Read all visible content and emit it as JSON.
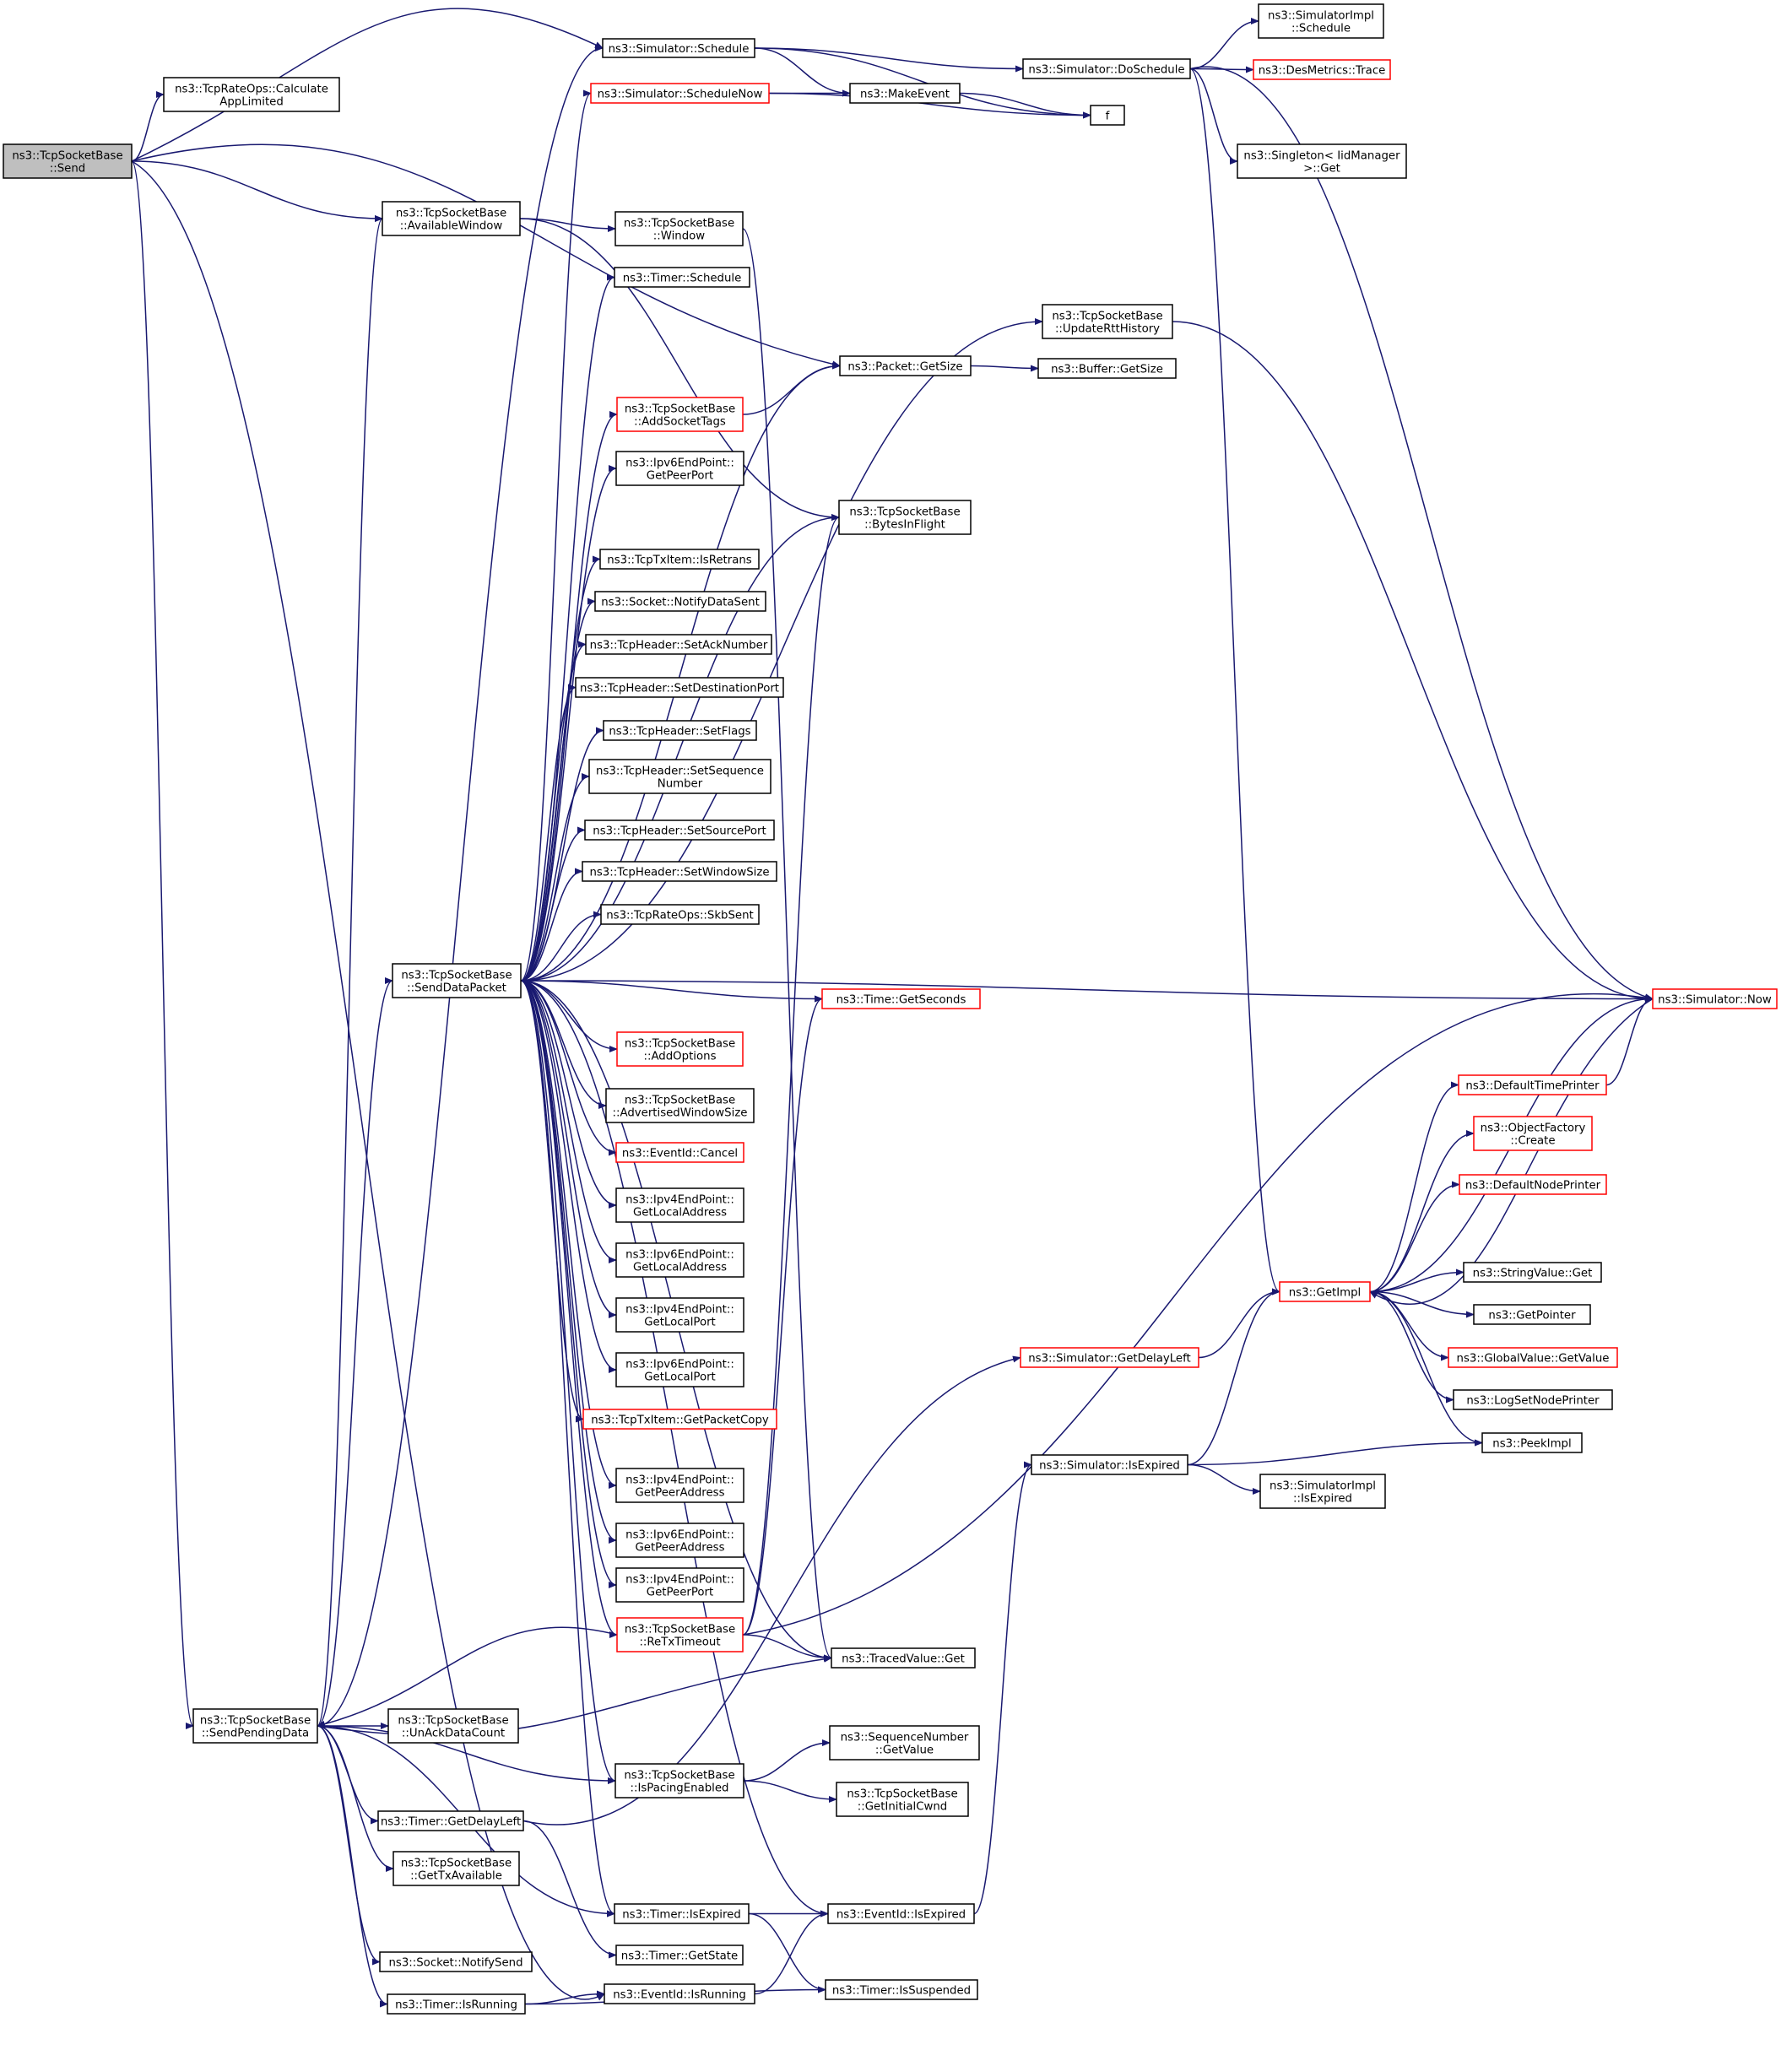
{
  "colors": {
    "edge": "#191970",
    "node_border": "#000000",
    "node_border_undocumented": "#ff0000",
    "root_fill": "#bfbfbf",
    "node_fill": "#ffffff"
  },
  "nodes": [
    {
      "id": "send",
      "lines": [
        "ns3::TcpSocketBase",
        "::Send"
      ],
      "style": "root"
    },
    {
      "id": "schedule",
      "lines": [
        "ns3::Simulator::Schedule"
      ],
      "style": "normal"
    },
    {
      "id": "calcapp",
      "lines": [
        "ns3::TcpRateOps::Calculate",
        "AppLimited"
      ],
      "style": "normal"
    },
    {
      "id": "availwin",
      "lines": [
        "ns3::TcpSocketBase",
        "::AvailableWindow"
      ],
      "style": "normal"
    },
    {
      "id": "packetgetsize",
      "lines": [
        "ns3::Packet::GetSize"
      ],
      "style": "normal"
    },
    {
      "id": "sendpending",
      "lines": [
        "ns3::TcpSocketBase",
        "::SendPendingData"
      ],
      "style": "normal"
    },
    {
      "id": "eventisrunning",
      "lines": [
        "ns3::EventId::IsRunning"
      ],
      "style": "normal"
    },
    {
      "id": "simimplschedule",
      "lines": [
        "ns3::SimulatorImpl",
        "::Schedule"
      ],
      "style": "normal"
    },
    {
      "id": "doschedule",
      "lines": [
        "ns3::Simulator::DoSchedule"
      ],
      "style": "normal"
    },
    {
      "id": "desmetrics",
      "lines": [
        "ns3::DesMetrics::Trace"
      ],
      "style": "undocumented"
    },
    {
      "id": "schedulenow",
      "lines": [
        "ns3::Simulator::ScheduleNow"
      ],
      "style": "undocumented"
    },
    {
      "id": "makeevent",
      "lines": [
        "ns3::MakeEvent"
      ],
      "style": "normal"
    },
    {
      "id": "f",
      "lines": [
        "f"
      ],
      "style": "normal"
    },
    {
      "id": "singleton",
      "lines": [
        "ns3::Singleton< IidManager",
        " >::Get"
      ],
      "style": "normal"
    },
    {
      "id": "window",
      "lines": [
        "ns3::TcpSocketBase",
        "::Window"
      ],
      "style": "normal"
    },
    {
      "id": "timerschedule",
      "lines": [
        "ns3::Timer::Schedule"
      ],
      "style": "normal"
    },
    {
      "id": "updatertt",
      "lines": [
        "ns3::TcpSocketBase",
        "::UpdateRttHistory"
      ],
      "style": "normal"
    },
    {
      "id": "buffergetsize",
      "lines": [
        "ns3::Buffer::GetSize"
      ],
      "style": "normal"
    },
    {
      "id": "addsockettags",
      "lines": [
        "ns3::TcpSocketBase",
        "::AddSocketTags"
      ],
      "style": "undocumented"
    },
    {
      "id": "ipv6peerport",
      "lines": [
        "ns3::Ipv6EndPoint::",
        "GetPeerPort"
      ],
      "style": "normal"
    },
    {
      "id": "bytesinflight",
      "lines": [
        "ns3::TcpSocketBase",
        "::BytesInFlight"
      ],
      "style": "normal"
    },
    {
      "id": "isretrans",
      "lines": [
        "ns3::TcpTxItem::IsRetrans"
      ],
      "style": "normal"
    },
    {
      "id": "notifydatasent",
      "lines": [
        "ns3::Socket::NotifyDataSent"
      ],
      "style": "normal"
    },
    {
      "id": "setacknumber",
      "lines": [
        "ns3::TcpHeader::SetAckNumber"
      ],
      "style": "normal"
    },
    {
      "id": "setdestport",
      "lines": [
        "ns3::TcpHeader::SetDestinationPort"
      ],
      "style": "normal"
    },
    {
      "id": "setflags",
      "lines": [
        "ns3::TcpHeader::SetFlags"
      ],
      "style": "normal"
    },
    {
      "id": "setseq",
      "lines": [
        "ns3::TcpHeader::SetSequence",
        "Number"
      ],
      "style": "normal"
    },
    {
      "id": "setsrcport",
      "lines": [
        "ns3::TcpHeader::SetSourcePort"
      ],
      "style": "normal"
    },
    {
      "id": "setwinsize",
      "lines": [
        "ns3::TcpHeader::SetWindowSize"
      ],
      "style": "normal"
    },
    {
      "id": "skbsent",
      "lines": [
        "ns3::TcpRateOps::SkbSent"
      ],
      "style": "normal"
    },
    {
      "id": "senddatapacket",
      "lines": [
        "ns3::TcpSocketBase",
        "::SendDataPacket"
      ],
      "style": "normal"
    },
    {
      "id": "simnow",
      "lines": [
        "ns3::Simulator::Now"
      ],
      "style": "undocumented"
    },
    {
      "id": "timegetseconds",
      "lines": [
        "ns3::Time::GetSeconds"
      ],
      "style": "undocumented"
    },
    {
      "id": "addoptions",
      "lines": [
        "ns3::TcpSocketBase",
        "::AddOptions"
      ],
      "style": "undocumented"
    },
    {
      "id": "advwinsize",
      "lines": [
        "ns3::TcpSocketBase",
        "::AdvertisedWindowSize"
      ],
      "style": "normal"
    },
    {
      "id": "defaulttimeprinter",
      "lines": [
        "ns3::DefaultTimePrinter"
      ],
      "style": "undocumented"
    },
    {
      "id": "objectfactory",
      "lines": [
        "ns3::ObjectFactory",
        "::Create"
      ],
      "style": "undocumented"
    },
    {
      "id": "eventcancel",
      "lines": [
        "ns3::EventId::Cancel"
      ],
      "style": "undocumented"
    },
    {
      "id": "defaultnodeprinter",
      "lines": [
        "ns3::DefaultNodePrinter"
      ],
      "style": "undocumented"
    },
    {
      "id": "ipv4localaddr",
      "lines": [
        "ns3::Ipv4EndPoint::",
        "GetLocalAddress"
      ],
      "style": "normal"
    },
    {
      "id": "ipv6localaddr",
      "lines": [
        "ns3::Ipv6EndPoint::",
        "GetLocalAddress"
      ],
      "style": "normal"
    },
    {
      "id": "stringvalueget",
      "lines": [
        "ns3::StringValue::Get"
      ],
      "style": "normal"
    },
    {
      "id": "getimpl",
      "lines": [
        "ns3::GetImpl"
      ],
      "style": "undocumented"
    },
    {
      "id": "getpointer",
      "lines": [
        "ns3::GetPointer"
      ],
      "style": "normal"
    },
    {
      "id": "ipv4localport",
      "lines": [
        "ns3::Ipv4EndPoint::",
        "GetLocalPort"
      ],
      "style": "normal"
    },
    {
      "id": "globalvalue",
      "lines": [
        "ns3::GlobalValue::GetValue"
      ],
      "style": "undocumented"
    },
    {
      "id": "simgetdelayleft",
      "lines": [
        "ns3::Simulator::GetDelayLeft"
      ],
      "style": "undocumented"
    },
    {
      "id": "ipv6localport",
      "lines": [
        "ns3::Ipv6EndPoint::",
        "GetLocalPort"
      ],
      "style": "normal"
    },
    {
      "id": "logsetnodeprinter",
      "lines": [
        "ns3::LogSetNodePrinter"
      ],
      "style": "normal"
    },
    {
      "id": "getpacketcopy",
      "lines": [
        "ns3::TcpTxItem::GetPacketCopy"
      ],
      "style": "undocumented"
    },
    {
      "id": "peekimpl",
      "lines": [
        "ns3::PeekImpl"
      ],
      "style": "normal"
    },
    {
      "id": "simisexpired",
      "lines": [
        "ns3::Simulator::IsExpired"
      ],
      "style": "normal"
    },
    {
      "id": "ipv4peeraddr",
      "lines": [
        "ns3::Ipv4EndPoint::",
        "GetPeerAddress"
      ],
      "style": "normal"
    },
    {
      "id": "simimplisexpired",
      "lines": [
        "ns3::SimulatorImpl",
        "::IsExpired"
      ],
      "style": "normal"
    },
    {
      "id": "ipv6peeraddr",
      "lines": [
        "ns3::Ipv6EndPoint::",
        "GetPeerAddress"
      ],
      "style": "normal"
    },
    {
      "id": "ipv4peerport",
      "lines": [
        "ns3::Ipv4EndPoint::",
        "GetPeerPort"
      ],
      "style": "normal"
    },
    {
      "id": "retxtimeout",
      "lines": [
        "ns3::TcpSocketBase",
        "::ReTxTimeout"
      ],
      "style": "undocumented"
    },
    {
      "id": "tracedvalueget",
      "lines": [
        "ns3::TracedValue::Get"
      ],
      "style": "normal"
    },
    {
      "id": "unackdatacount",
      "lines": [
        "ns3::TcpSocketBase",
        "::UnAckDataCount"
      ],
      "style": "normal"
    },
    {
      "id": "seqgetvalue",
      "lines": [
        "ns3::SequenceNumber",
        "::GetValue"
      ],
      "style": "normal"
    },
    {
      "id": "ispacing",
      "lines": [
        "ns3::TcpSocketBase",
        "::IsPacingEnabled"
      ],
      "style": "normal"
    },
    {
      "id": "getinitialcwnd",
      "lines": [
        "ns3::TcpSocketBase",
        "::GetInitialCwnd"
      ],
      "style": "normal"
    },
    {
      "id": "timergetdelayleft",
      "lines": [
        "ns3::Timer::GetDelayLeft"
      ],
      "style": "normal"
    },
    {
      "id": "gettxavailable",
      "lines": [
        "ns3::TcpSocketBase",
        "::GetTxAvailable"
      ],
      "style": "normal"
    },
    {
      "id": "timerisexpired",
      "lines": [
        "ns3::Timer::IsExpired"
      ],
      "style": "normal"
    },
    {
      "id": "eventisexpired",
      "lines": [
        "ns3::EventId::IsExpired"
      ],
      "style": "normal"
    },
    {
      "id": "timergetstate",
      "lines": [
        "ns3::Timer::GetState"
      ],
      "style": "normal"
    },
    {
      "id": "notifysend",
      "lines": [
        "ns3::Socket::NotifySend"
      ],
      "style": "normal"
    },
    {
      "id": "timerisrunning",
      "lines": [
        "ns3::Timer::IsRunning"
      ],
      "style": "normal"
    },
    {
      "id": "timerissuspended",
      "lines": [
        "ns3::Timer::IsSuspended"
      ],
      "style": "normal"
    }
  ],
  "edges": [
    [
      "send",
      "schedule"
    ],
    [
      "send",
      "calcapp"
    ],
    [
      "send",
      "availwin"
    ],
    [
      "send",
      "packetgetsize"
    ],
    [
      "send",
      "sendpending"
    ],
    [
      "send",
      "eventisrunning"
    ],
    [
      "schedule",
      "doschedule"
    ],
    [
      "schedule",
      "makeevent"
    ],
    [
      "schedule",
      "f"
    ],
    [
      "doschedule",
      "simimplschedule"
    ],
    [
      "doschedule",
      "desmetrics"
    ],
    [
      "doschedule",
      "singleton"
    ],
    [
      "doschedule",
      "simnow"
    ],
    [
      "doschedule",
      "getimpl"
    ],
    [
      "schedulenow",
      "makeevent"
    ],
    [
      "schedulenow",
      "f"
    ],
    [
      "makeevent",
      "f"
    ],
    [
      "availwin",
      "window"
    ],
    [
      "availwin",
      "bytesinflight"
    ],
    [
      "window",
      "tracedvalueget"
    ],
    [
      "packetgetsize",
      "buffergetsize"
    ],
    [
      "addsockettags",
      "packetgetsize"
    ],
    [
      "updatertt",
      "simnow"
    ],
    [
      "senddatapacket",
      "schedulenow"
    ],
    [
      "senddatapacket",
      "timerschedule"
    ],
    [
      "senddatapacket",
      "updatertt"
    ],
    [
      "senddatapacket",
      "packetgetsize"
    ],
    [
      "senddatapacket",
      "addsockettags"
    ],
    [
      "senddatapacket",
      "ipv6peerport"
    ],
    [
      "senddatapacket",
      "bytesinflight"
    ],
    [
      "senddatapacket",
      "isretrans"
    ],
    [
      "senddatapacket",
      "notifydatasent"
    ],
    [
      "senddatapacket",
      "setacknumber"
    ],
    [
      "senddatapacket",
      "setdestport"
    ],
    [
      "senddatapacket",
      "setflags"
    ],
    [
      "senddatapacket",
      "setseq"
    ],
    [
      "senddatapacket",
      "setsrcport"
    ],
    [
      "senddatapacket",
      "setwinsize"
    ],
    [
      "senddatapacket",
      "skbsent"
    ],
    [
      "senddatapacket",
      "simnow"
    ],
    [
      "senddatapacket",
      "timegetseconds"
    ],
    [
      "senddatapacket",
      "addoptions"
    ],
    [
      "senddatapacket",
      "advwinsize"
    ],
    [
      "senddatapacket",
      "eventcancel"
    ],
    [
      "senddatapacket",
      "ipv4localaddr"
    ],
    [
      "senddatapacket",
      "ipv6localaddr"
    ],
    [
      "senddatapacket",
      "ipv4localport"
    ],
    [
      "senddatapacket",
      "ipv6localport"
    ],
    [
      "senddatapacket",
      "getpacketcopy"
    ],
    [
      "senddatapacket",
      "ipv4peeraddr"
    ],
    [
      "senddatapacket",
      "ipv6peeraddr"
    ],
    [
      "senddatapacket",
      "ipv4peerport"
    ],
    [
      "senddatapacket",
      "retxtimeout"
    ],
    [
      "senddatapacket",
      "tracedvalueget"
    ],
    [
      "senddatapacket",
      "ispacing"
    ],
    [
      "senddatapacket",
      "timerisexpired"
    ],
    [
      "senddatapacket",
      "eventisexpired"
    ],
    [
      "retxtimeout",
      "sendpending"
    ],
    [
      "retxtimeout",
      "timegetseconds"
    ],
    [
      "retxtimeout",
      "simnow"
    ],
    [
      "retxtimeout",
      "bytesinflight"
    ],
    [
      "retxtimeout",
      "tracedvalueget"
    ],
    [
      "sendpending",
      "schedule"
    ],
    [
      "sendpending",
      "availwin"
    ],
    [
      "sendpending",
      "senddatapacket"
    ],
    [
      "sendpending",
      "tracedvalueget"
    ],
    [
      "sendpending",
      "unackdatacount"
    ],
    [
      "sendpending",
      "ispacing"
    ],
    [
      "sendpending",
      "timergetdelayleft"
    ],
    [
      "sendpending",
      "gettxavailable"
    ],
    [
      "sendpending",
      "timerisexpired"
    ],
    [
      "sendpending",
      "notifysend"
    ],
    [
      "sendpending",
      "timerisrunning"
    ],
    [
      "ispacing",
      "seqgetvalue"
    ],
    [
      "ispacing",
      "getinitialcwnd"
    ],
    [
      "timergetdelayleft",
      "simgetdelayleft"
    ],
    [
      "timergetdelayleft",
      "timergetstate"
    ],
    [
      "timerisexpired",
      "eventisexpired"
    ],
    [
      "timerisexpired",
      "timerissuspended"
    ],
    [
      "timerisrunning",
      "eventisrunning"
    ],
    [
      "timerisrunning",
      "timerissuspended"
    ],
    [
      "eventisrunning",
      "eventisexpired"
    ],
    [
      "eventisexpired",
      "simisexpired"
    ],
    [
      "simisexpired",
      "simimplisexpired"
    ],
    [
      "simisexpired",
      "getimpl"
    ],
    [
      "simisexpired",
      "peekimpl"
    ],
    [
      "simgetdelayleft",
      "getimpl"
    ],
    [
      "getimpl",
      "defaulttimeprinter"
    ],
    [
      "getimpl",
      "objectfactory"
    ],
    [
      "getimpl",
      "defaultnodeprinter"
    ],
    [
      "getimpl",
      "stringvalueget"
    ],
    [
      "getimpl",
      "getpointer"
    ],
    [
      "getimpl",
      "globalvalue"
    ],
    [
      "getimpl",
      "logsetnodeprinter"
    ],
    [
      "getimpl",
      "peekimpl"
    ],
    [
      "getimpl",
      "simnow"
    ],
    [
      "defaulttimeprinter",
      "simnow"
    ],
    [
      "simnow",
      "getimpl"
    ]
  ]
}
